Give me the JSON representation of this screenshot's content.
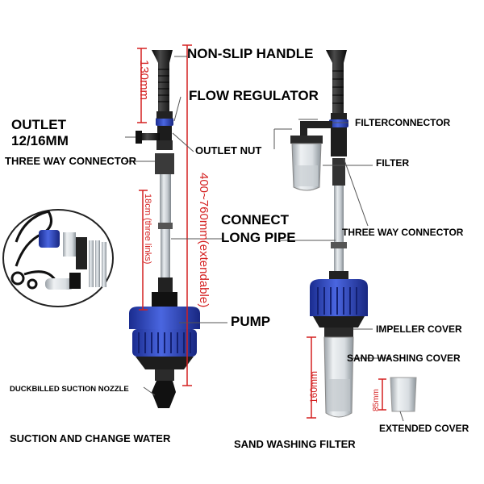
{
  "labels": {
    "non_slip_handle": "NON-SLIP HANDLE",
    "flow_regulator": "FLOW REGULATOR",
    "outlet_line1": "OUTLET",
    "outlet_line2": "12/16MM",
    "three_way_connector_left": "THREE WAY CONNECTOR",
    "outlet_nut": "OUTLET NUT",
    "connect_long_pipe_1": "CONNECT",
    "connect_long_pipe_2": "LONG PIPE",
    "pump": "PUMP",
    "duckbilled_nozzle": "DUCKBILLED SUCTION NOZZLE",
    "suction_title": "SUCTION AND CHANGE WATER",
    "filterconnector": "FILTERCONNECTOR",
    "filter": "FILTER",
    "three_way_connector_right": "THREE WAY CONNECTOR",
    "impeller_cover": "IMPELLER COVER",
    "sand_washing_cover": "SAND WASHING COVER",
    "extended_cover": "EXTENDED COVER",
    "sand_washing_title": "SAND WASHING FILTER"
  },
  "dimensions": {
    "handle": "130mm",
    "links": "18cm (three links)",
    "extendable": "400~760mm(extendable)",
    "sand_cover": "160mm",
    "extended_cover": "85mm"
  },
  "colors": {
    "accent_blue": "#2f49c6",
    "dimension_red": "#d42020",
    "handle_black": "#1b1b1b",
    "pipe_gray": "#b8bec4"
  }
}
